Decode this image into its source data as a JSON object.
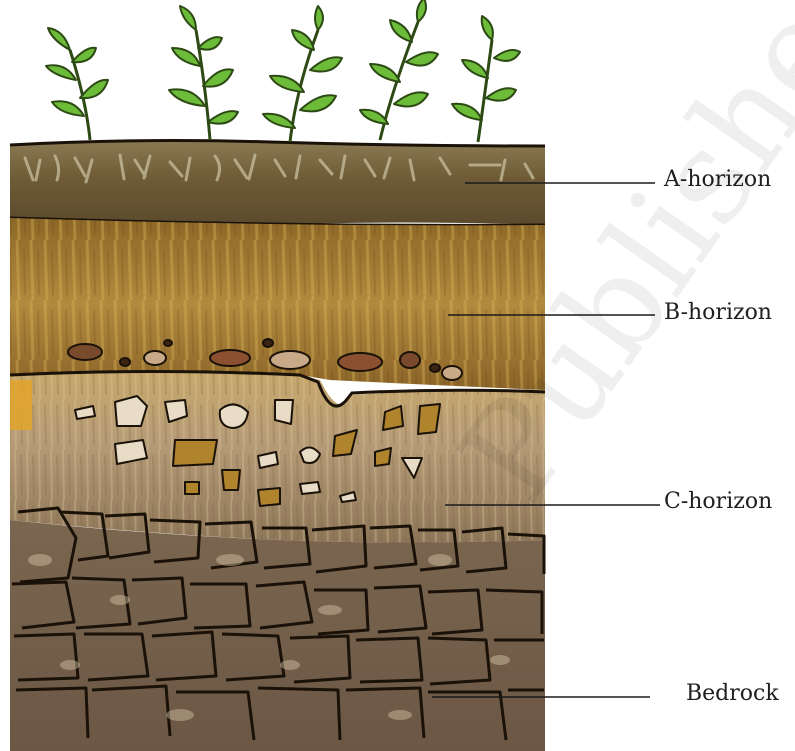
{
  "diagram": {
    "labels": {
      "a_horizon": "A-horizon",
      "b_horizon": "B-horizon",
      "c_horizon": "C-horizon",
      "bedrock": "Bedrock"
    },
    "watermark": "Publishe",
    "colors": {
      "leaf": "#6cbc3a",
      "leaf_dark": "#3f8a22",
      "a_horizon": "#6e5a35",
      "b_horizon": "#a67c33",
      "c_horizon": "#b89a73",
      "bedrock": "#85705a",
      "outline": "#1a1208"
    }
  }
}
